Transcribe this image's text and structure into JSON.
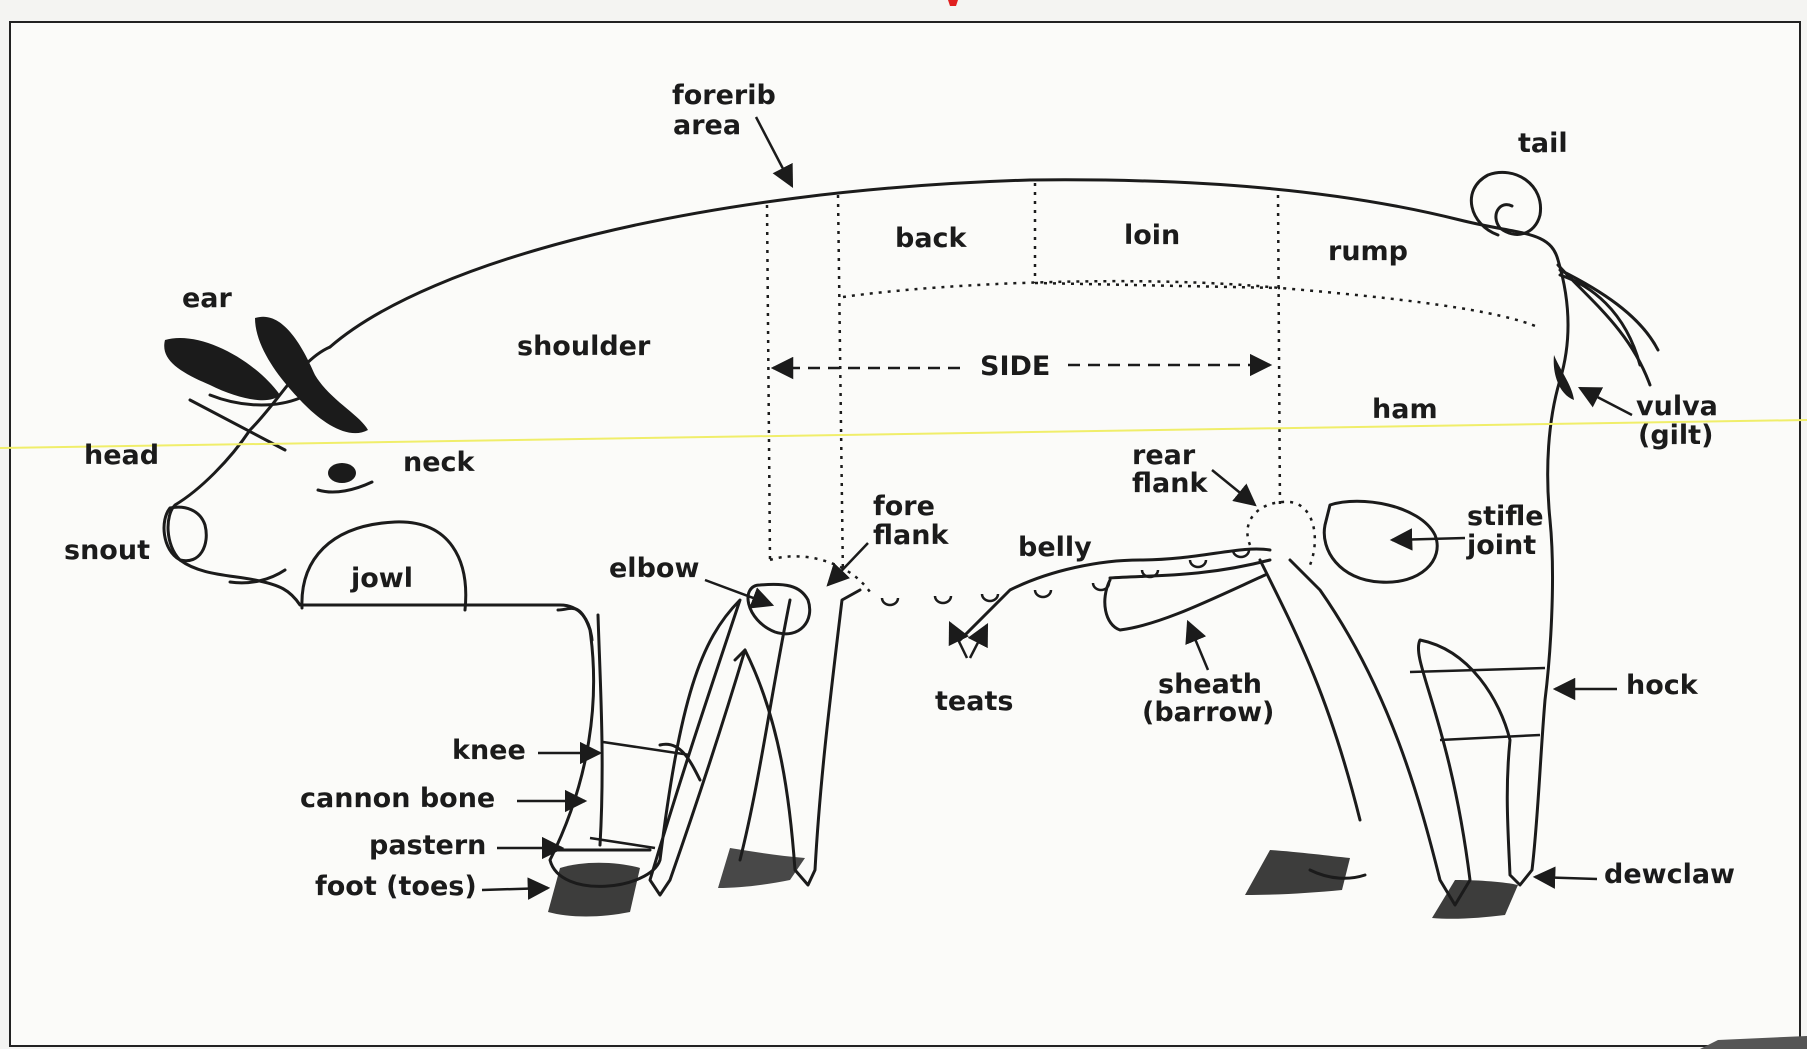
{
  "diagram": {
    "labels": {
      "forerib": "forerib",
      "area": "area",
      "tail": "tail",
      "back": "back",
      "loin": "loin",
      "rump": "rump",
      "ear": "ear",
      "shoulder": "shoulder",
      "side": "SIDE",
      "ham": "ham",
      "vulva": "vulva",
      "gilt": "(gilt)",
      "head": "head",
      "neck": "neck",
      "rear": "rear",
      "flank": "flank",
      "fore": "fore",
      "flank2": "flank",
      "stifle": "stifle",
      "joint": "joint",
      "snout": "snout",
      "belly": "belly",
      "elbow": "elbow",
      "jowl": "jowl",
      "teats": "teats",
      "sheath": "sheath",
      "barrow": "(barrow)",
      "hock": "hock",
      "knee": "knee",
      "cannon_bone": "cannon bone",
      "pastern": "pastern",
      "foot": "foot (toes)",
      "dewclaw": "dewclaw"
    }
  },
  "colors": {
    "ink": "#1b1b1b",
    "paper": "#fbfbf9",
    "scan_line": "#f0ee6a"
  }
}
